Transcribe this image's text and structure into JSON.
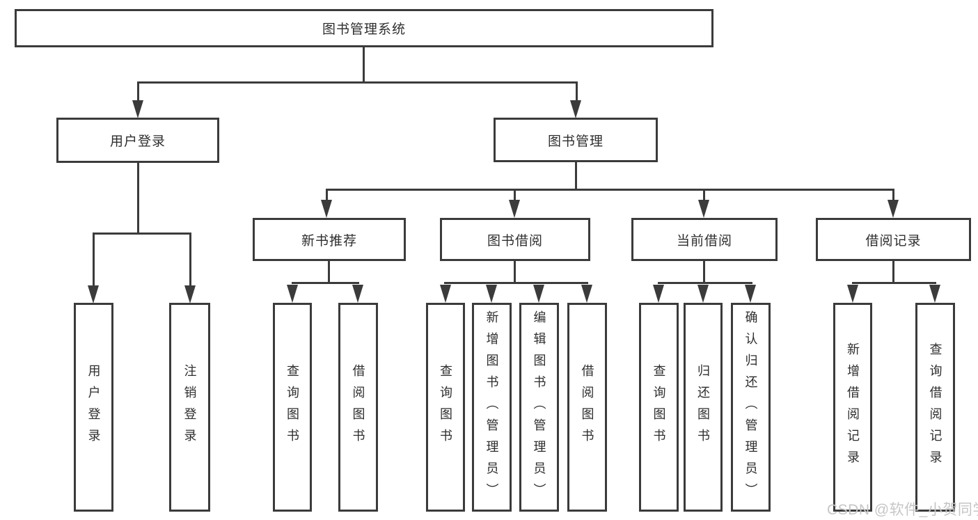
{
  "diagram": {
    "root": {
      "label": "图书管理系统"
    },
    "level2": [
      {
        "label": "用户登录"
      },
      {
        "label": "图书管理"
      }
    ],
    "level3": [
      {
        "label": "新书推荐",
        "parent": "图书管理"
      },
      {
        "label": "图书借阅",
        "parent": "图书管理"
      },
      {
        "label": "当前借阅",
        "parent": "图书管理"
      },
      {
        "label": "借阅记录",
        "parent": "图书管理"
      }
    ],
    "leaves": [
      {
        "label": "用户登录",
        "parent": "用户登录"
      },
      {
        "label": "注销登录",
        "parent": "用户登录"
      },
      {
        "label": "查询图书",
        "parent": "新书推荐"
      },
      {
        "label": "借阅图书",
        "parent": "新书推荐"
      },
      {
        "label": "查询图书",
        "parent": "图书借阅"
      },
      {
        "label": "新增图书（管理员）",
        "parent": "图书借阅"
      },
      {
        "label": "编辑图书（管理员）",
        "parent": "图书借阅"
      },
      {
        "label": "借阅图书",
        "parent": "图书借阅"
      },
      {
        "label": "查询图书",
        "parent": "当前借阅"
      },
      {
        "label": "归还图书",
        "parent": "当前借阅"
      },
      {
        "label": "确认归还（管理员）",
        "parent": "当前借阅"
      },
      {
        "label": "新增借阅记录",
        "parent": "借阅记录"
      },
      {
        "label": "查询借阅记录",
        "parent": "借阅记录"
      }
    ],
    "colors": {
      "line": "#3b3b3b",
      "text": "#2e2e2e",
      "box_fill": "#ffffff",
      "background": "#ffffff",
      "watermark": "#c6c6c6"
    }
  },
  "watermark": {
    "text": "CSDN @软件_小贺同学"
  }
}
